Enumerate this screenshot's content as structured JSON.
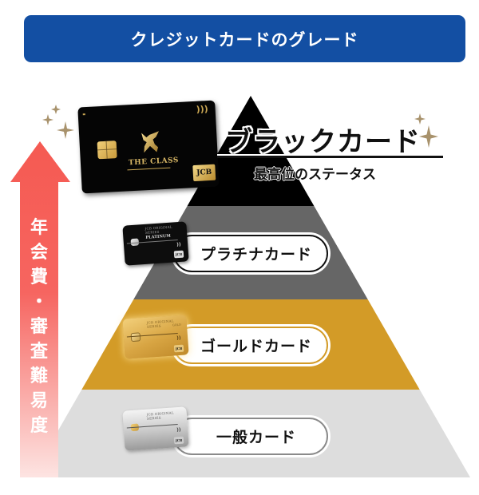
{
  "header": {
    "title": "クレジットカードのグレード"
  },
  "arrow": {
    "label_chars": [
      "年",
      "会",
      "費",
      "・",
      "審",
      "査",
      "難",
      "易",
      "度"
    ],
    "label": "年会費・審査難易度",
    "color_top": "#f55a52",
    "color_bottom": "#fde4e2"
  },
  "pyramid": {
    "tiers": [
      {
        "name": "black",
        "color": "#000000"
      },
      {
        "name": "platinum",
        "color": "#666666"
      },
      {
        "name": "gold",
        "color": "#d39b27"
      },
      {
        "name": "general",
        "color": "#dddddd"
      }
    ]
  },
  "grades": {
    "black": {
      "title": "ブラックカード",
      "subtitle": "最高位のステータス"
    },
    "platinum": {
      "label": "プラチナカード"
    },
    "gold": {
      "label": "ゴールドカード"
    },
    "general": {
      "label": "一般カード"
    }
  },
  "cards": {
    "black": {
      "brand_text": "THE CLASS",
      "network": "JCB",
      "contactless": ")))"
    },
    "platinum": {
      "series": "JCB ORIGINAL SERIES",
      "tier_text": "PLATINUM",
      "network": "JCB",
      "contactless": "))"
    },
    "gold": {
      "series": "JCB ORIGINAL SERIES",
      "tier_text": "GOLD",
      "network": "JCB",
      "contactless": "))"
    },
    "general": {
      "series": "JCB ORIGINAL SERIES",
      "network": "JCB",
      "contactless": "))"
    }
  },
  "colors": {
    "banner": "#134fa3",
    "sparkle": "#a8926c"
  }
}
